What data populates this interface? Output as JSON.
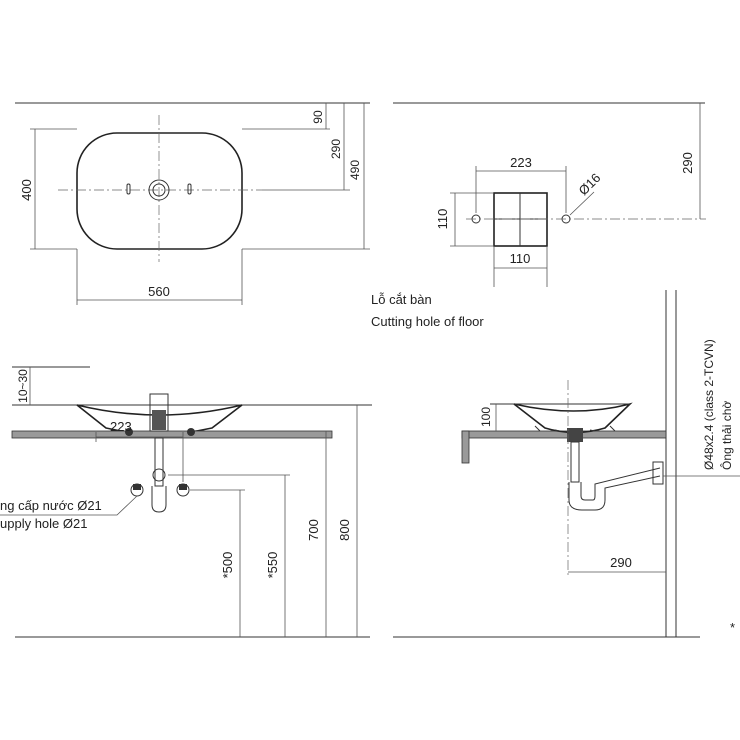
{
  "top_view": {
    "dim_width": "560",
    "dim_height": "400",
    "dim_90": "90",
    "dim_290": "290",
    "dim_490": "490"
  },
  "hole_view": {
    "dim_223": "223",
    "dim_110_h": "110",
    "dim_110_v": "110",
    "dim_hole_diameter": "Ø16",
    "dim_290": "290",
    "label_vi": "Lỗ cắt bàn",
    "label_en": "Cutting hole of floor"
  },
  "front_view": {
    "dim_10_30": "10~30",
    "dim_223": "223",
    "dim_500": "*500",
    "dim_550": "*550",
    "dim_700": "700",
    "dim_800": "800",
    "supply_label_vi": "ng cấp nước Ø21",
    "supply_label_en": "upply hole Ø21"
  },
  "side_view": {
    "dim_100": "100",
    "dim_290": "290",
    "drain_label_en": "Ø48x2.4 (class 2-TCVN)",
    "drain_label_vi": "Ông thải chờ",
    "note_mark": "*"
  }
}
